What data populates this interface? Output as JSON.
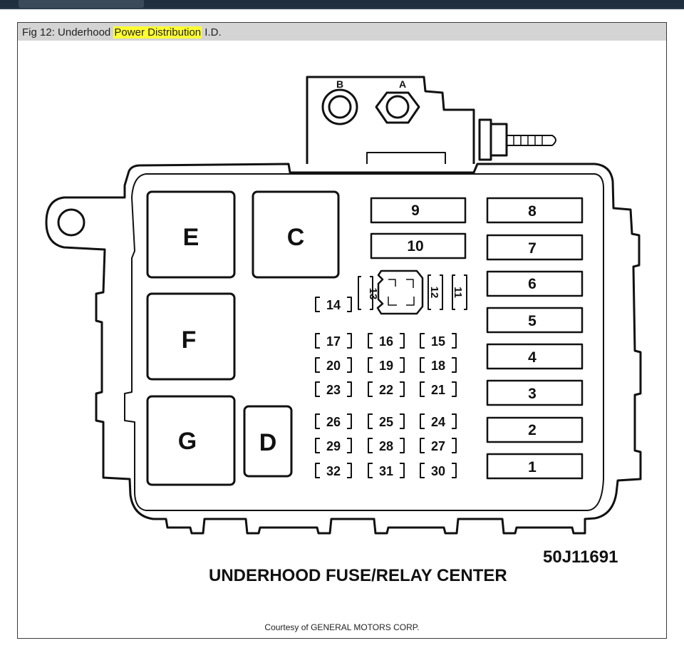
{
  "caption": {
    "prefix": "Fig 12: Underhood ",
    "highlight": "Power Distribution",
    "suffix": " I.D."
  },
  "diagram": {
    "title": "UNDERHOOD FUSE/RELAY CENTER",
    "part_number": "50J11691",
    "terminal_a": "A",
    "terminal_b": "B",
    "relays": {
      "E": "E",
      "C": "C",
      "F": "F",
      "G": "G",
      "D": "D"
    },
    "large_fuses_left": [
      "9",
      "10"
    ],
    "large_fuses_right": [
      "8",
      "7",
      "6",
      "5",
      "4",
      "3",
      "2",
      "1"
    ],
    "vertical_fuses": [
      "13",
      "12",
      "11"
    ],
    "mini_fuses": [
      [
        "14"
      ],
      [
        "17",
        "16",
        "15"
      ],
      [
        "20",
        "19",
        "18"
      ],
      [
        "23",
        "22",
        "21"
      ],
      [
        "26",
        "25",
        "24"
      ],
      [
        "29",
        "28",
        "27"
      ],
      [
        "32",
        "31",
        "30"
      ]
    ]
  },
  "courtesy": "Courtesy of GENERAL MOTORS CORP."
}
